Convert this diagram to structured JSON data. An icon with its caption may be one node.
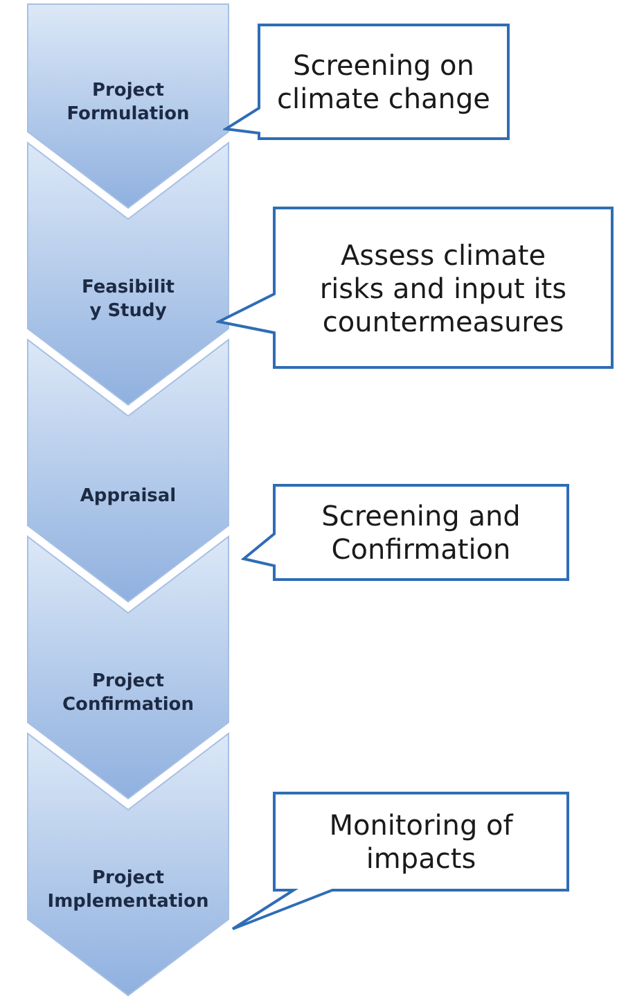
{
  "diagram": {
    "nodes": [
      {
        "text": [
          "Project Formulation"
        ]
      },
      {
        "text": [
          "Feasibilit y Study"
        ]
      },
      {
        "text": [
          "Appraisal"
        ]
      },
      {
        "text": [
          "Project Confirmation"
        ]
      },
      {
        "text": [
          "Project Implementation"
        ]
      },
      {
        "text": [
          "Screening on climate change"
        ]
      },
      {
        "text": [
          "Assess climate risks and input its countermeasures"
        ]
      },
      {
        "text": [
          "Screening and Confirmation"
        ]
      },
      {
        "text": [
          "Monitoring of impacts"
        ]
      }
    ]
  }
}
